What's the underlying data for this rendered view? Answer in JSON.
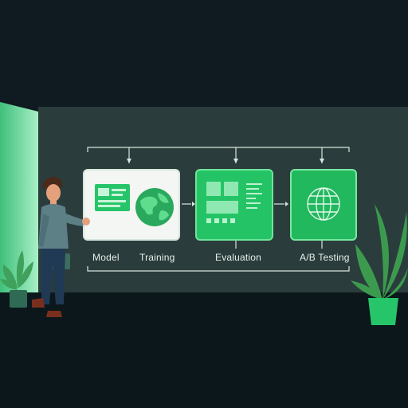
{
  "stages": {
    "model": "Model",
    "training": "Training",
    "evaluation": "Evaluation",
    "ab_testing": "A/B Testing"
  },
  "colors": {
    "background": "#0f1b20",
    "board": "#2a3d3c",
    "accent_green": "#24c466",
    "light_green": "#7be7a2",
    "card_white": "#f3f6f3"
  },
  "icons": [
    "document-panel-icon",
    "globe-icon",
    "grid-panel-icon",
    "wireframe-globe-icon",
    "plant-icon",
    "person-illustration"
  ]
}
